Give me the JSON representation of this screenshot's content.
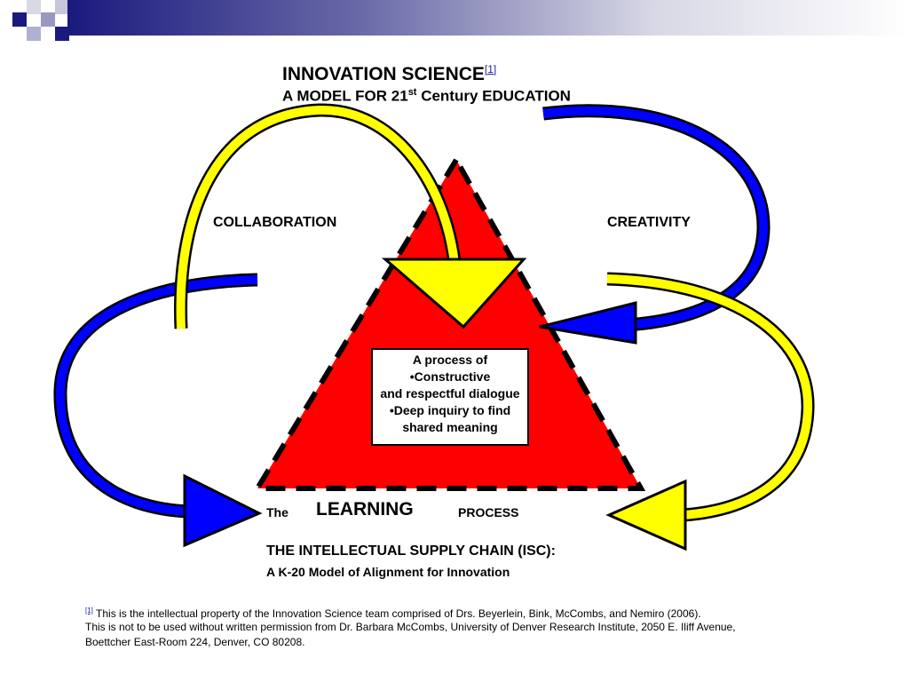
{
  "header": {
    "title": "INNOVATION SCIENCE",
    "title_ref": "[1]",
    "subtitle_pre": "A MODEL FOR 21",
    "subtitle_sup": "st",
    "subtitle_post": " Century EDUCATION"
  },
  "labels": {
    "collaboration": "COLLABORATION",
    "creativity": "CREATIVITY"
  },
  "box": {
    "line1": "A process of",
    "line2": "•Constructive",
    "line3": "and respectful dialogue",
    "line4": "•Deep inquiry to find",
    "line5": "shared meaning"
  },
  "process": {
    "the": "The",
    "learning": "LEARNING",
    "process": "PROCESS"
  },
  "isc": {
    "title": "THE INTELLECTUAL SUPPLY CHAIN (ISC):",
    "subtitle": "A K-20 Model of Alignment for Innovation"
  },
  "footnote": {
    "ref": "[1]",
    "line1": " This is the intellectual property of the Innovation Science team comprised of Drs. Beyerlein, Bink, McCombs, and Nemiro (2006).",
    "line2": "This is not to be used without written permission from Dr. Barbara McCombs, University of Denver Research Institute, 2050 E. Iliff Avenue,",
    "line3": "Boettcher East-Room 224, Denver, CO  80208."
  },
  "colors": {
    "triangle": "#ff0000",
    "blue_arrow": "#0000ff",
    "yellow_arrow": "#ffff00",
    "navy": "#1a1a7e"
  }
}
